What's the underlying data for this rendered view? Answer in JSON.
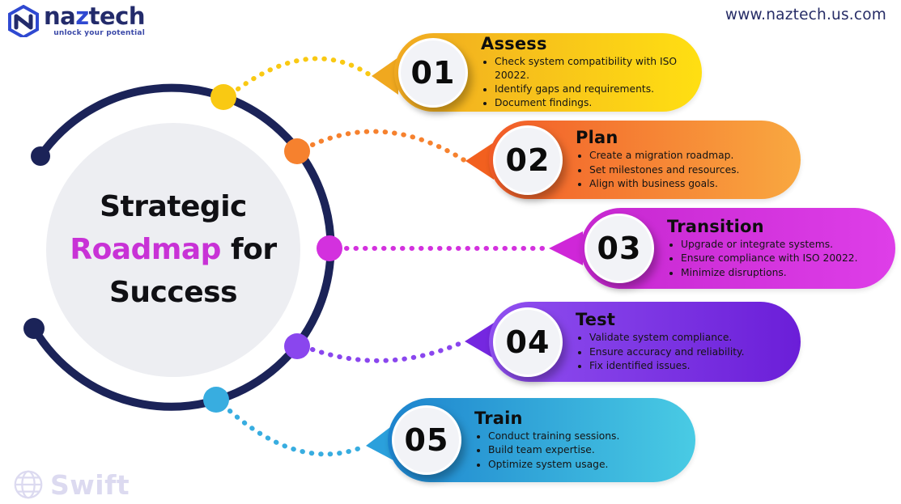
{
  "brand": {
    "name_pre": "na",
    "name_mid": "z",
    "name_post": "tech",
    "tagline": "unlock your potential",
    "website": "www.naztech.us.com"
  },
  "center": {
    "line1": "Strategic",
    "highlight": "Roadmap",
    "line2_rest": "for",
    "line3": "Success"
  },
  "steps": [
    {
      "number": "01",
      "title": "Assess",
      "bullets": [
        "Check system compatibility with ISO 20022.",
        "Identify gaps and requirements.",
        "Document findings."
      ],
      "colors": {
        "from": "#F0A922",
        "to": "#FFDF12",
        "accent": "#F0A81F",
        "dot": "#F9C913"
      }
    },
    {
      "number": "02",
      "title": "Plan",
      "bullets": [
        "Create a migration roadmap.",
        "Set milestones and resources.",
        "Align with business goals."
      ],
      "colors": {
        "from": "#F25C28",
        "to": "#F9A840",
        "accent": "#F2601F",
        "dot": "#F6812E"
      }
    },
    {
      "number": "03",
      "title": "Transition",
      "bullets": [
        "Upgrade or integrate systems.",
        "Ensure compliance with ISO 20022.",
        "Minimize disruptions."
      ],
      "colors": {
        "from": "#C627D0",
        "to": "#DE3EE8",
        "accent": "#CF27D8",
        "dot": "#D331DE"
      }
    },
    {
      "number": "04",
      "title": "Test",
      "bullets": [
        "Validate system compliance.",
        "Ensure accuracy and reliability.",
        "Fix identified issues."
      ],
      "colors": {
        "from": "#9050F0",
        "to": "#6B1ED8",
        "accent": "#7527E0",
        "dot": "#8A46EE"
      }
    },
    {
      "number": "05",
      "title": "Train",
      "bullets": [
        "Conduct training sessions.",
        "Build team expertise.",
        "Optimize system usage."
      ],
      "colors": {
        "from": "#1D84CE",
        "to": "#49CBE4",
        "accent": "#2BA0DC",
        "dot": "#38ADE0"
      }
    }
  ],
  "watermark": {
    "label": "Swift"
  },
  "colors": {
    "navy": "#1B2358",
    "circle_bg": "#EDEEF2",
    "highlight": "#C832D6",
    "logo_navy": "#232B6B",
    "logo_blue": "#2F49D1",
    "watermark": "#DCDAF0"
  }
}
